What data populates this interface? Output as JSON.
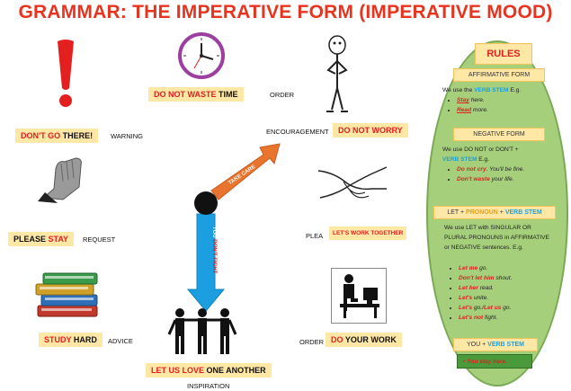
{
  "title": "GRAMMAR: THE IMPERATIVE FORM (IMPERATIVE MOOD)",
  "examples": {
    "dont_go": {
      "a": "DON'T GO",
      "b": " THERE!",
      "label": "WARNING"
    },
    "dont_waste": {
      "a": "DO NOT WASTE",
      "b": " TIME",
      "label": "ORDER"
    },
    "dont_worry": {
      "a": "DO NOT WORRY",
      "label": "ENCOURAGEMENT"
    },
    "please_stay": {
      "a": "PLEASE ",
      "b": "STAY",
      "label": "REQUEST"
    },
    "lets_work": {
      "a": "LET'S WORK TOGETHER",
      "label": "PLEA"
    },
    "study_hard": {
      "a": "STUDY",
      "b": " HARD",
      "label": "ADVICE"
    },
    "do_your_work": {
      "a": "DO",
      "b": " YOUR WORK",
      "label": "ORDER"
    },
    "let_us_love": {
      "a": "LET US LOVE",
      "b": " ONE ANOTHER",
      "label": "INSPIRATION"
    }
  },
  "arrows": {
    "take_care": "TAKE CARE",
    "you": "YOU ",
    "dont_fight": "DON'T FIGHT"
  },
  "rules": {
    "heading": "RULES",
    "affirmative": {
      "title": "AFFIRMATIVE FORM",
      "intro_a": "We use the ",
      "intro_b": "VERB STEM",
      "intro_c": " E.g.",
      "ex1_a": "Stay",
      "ex1_b": " here.",
      "ex2_a": "Read",
      "ex2_b": " more."
    },
    "negative": {
      "title": "NEGATIVE FORM",
      "intro_a": "We use DO NOT or DON'T +",
      "intro_b": "VERB STEM",
      "intro_c": " E.g.",
      "ex1_a": "Do not cry",
      "ex1_b": ". You'll be fine.",
      "ex2_a": "Don't waste",
      "ex2_b": " your life."
    },
    "let": {
      "title_a": "LET + ",
      "title_b": "PRONOUN",
      "title_c": " + ",
      "title_d": "VERB STEM",
      "intro": "We use LET with SINGULAR OR PLURAL PRONOUNS in AFFIRMATIVE or NEGATIVE sentences. E.g.",
      "examples": [
        {
          "a": "Let me",
          "b": " go."
        },
        {
          "a": "Don't let him",
          "b": " shout."
        },
        {
          "a": "Let her",
          "b": " read."
        },
        {
          "a": "Let's",
          "b": " unite."
        },
        {
          "a": "Let's",
          "b": " go./",
          "c": "Let us",
          "d": " go."
        },
        {
          "a": "Let's not",
          "b": " fight."
        }
      ]
    },
    "you": {
      "title_a": "YOU + ",
      "title_b": "VERB STEM",
      "example": "You stay here."
    }
  },
  "colors": {
    "accent_red": "#e02020",
    "verb_blue": "#1c9fe0",
    "oval_green": "#a6cf7c",
    "tag_yellow": "#ffe7a6",
    "arrow_orange": "#e8742e"
  }
}
